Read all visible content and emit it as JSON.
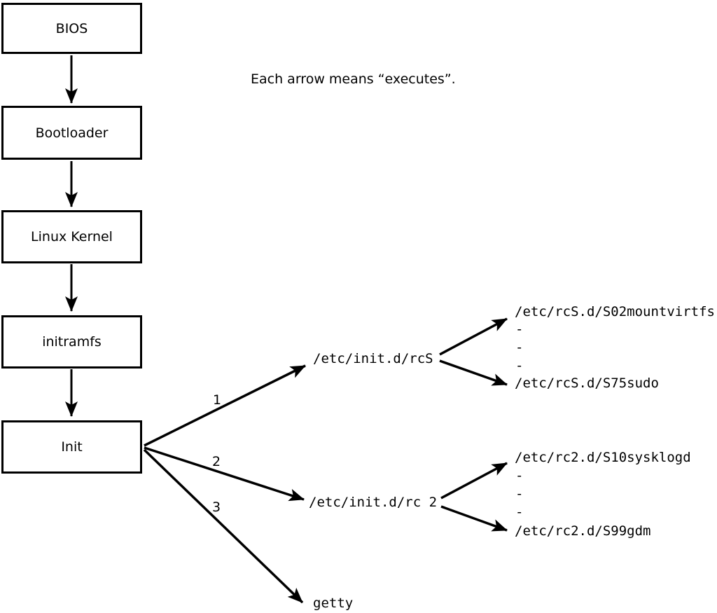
{
  "caption": "Each arrow means “executes”.",
  "chain": [
    "BIOS",
    "Bootloader",
    "Linux Kernel",
    "initramfs",
    "Init"
  ],
  "arrow_numbers": [
    "1",
    "2",
    "3"
  ],
  "rcS": {
    "label": "/etc/init.d/rcS",
    "children": [
      "/etc/rcS.d/S02mountvirtfs",
      "-",
      "-",
      "-",
      "/etc/rcS.d/S75sudo"
    ]
  },
  "rc2": {
    "label": "/etc/init.d/rc 2",
    "children": [
      "/etc/rc2.d/S10sysklogd",
      "-",
      "-",
      "-",
      "/etc/rc2.d/S99gdm"
    ]
  },
  "getty": {
    "label": "getty"
  },
  "colors": {
    "ink": "#000000",
    "background": "#ffffff"
  }
}
